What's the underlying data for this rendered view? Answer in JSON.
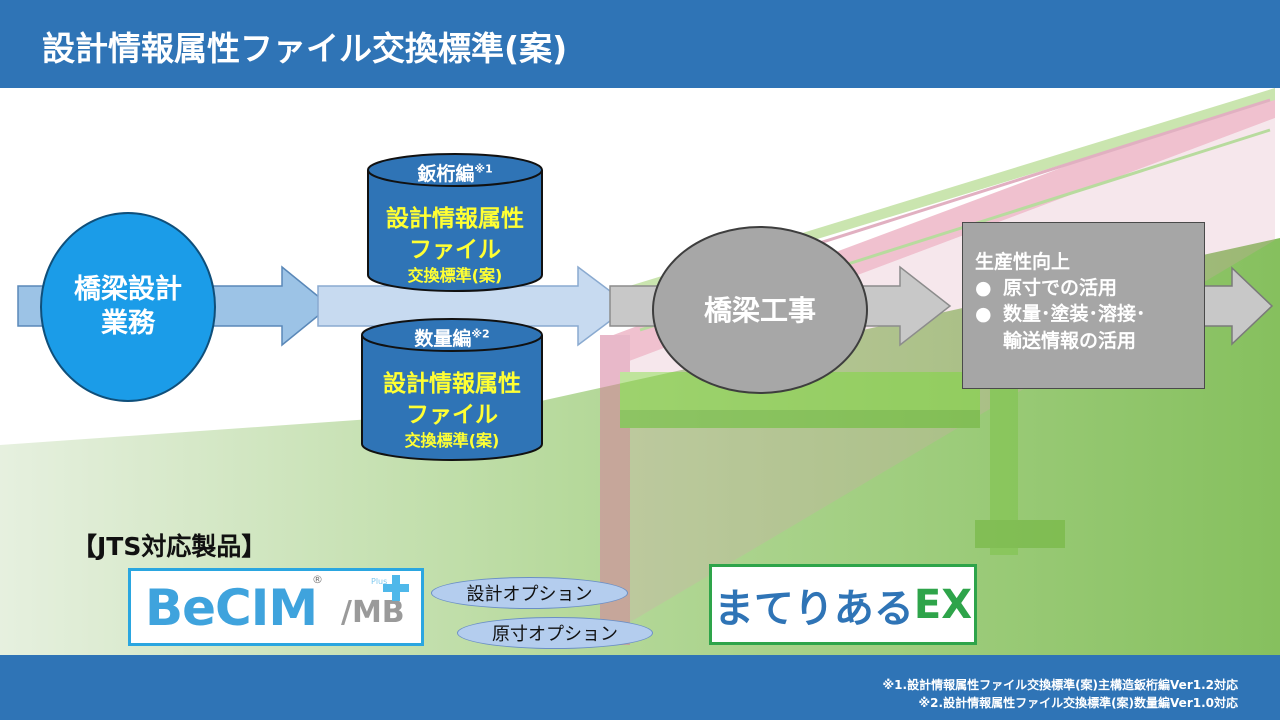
{
  "header": {
    "title": "設計情報属性ファイル交換標準(案)"
  },
  "flow": {
    "design": {
      "line1": "橋梁設計",
      "line2": "業務"
    },
    "cylinder_top": {
      "heading": "鈑桁編",
      "mark": "※1",
      "line1": "設計情報属性",
      "line2": "ファイル",
      "line3": "交換標準(案)"
    },
    "cylinder_bottom": {
      "heading": "数量編",
      "mark": "※2",
      "line1": "設計情報属性",
      "line2": "ファイル",
      "line3": "交換標準(案)"
    },
    "construction": {
      "label": "橋梁工事"
    },
    "benefits": {
      "title": "生産性向上",
      "bullet": "●",
      "item1": "原寸での活用",
      "item2_line1": "数量･塗装･溶接･",
      "item2_line2": "輸送情報の活用"
    }
  },
  "products": {
    "heading": "【JTS対応製品】",
    "becim": {
      "name": "BeCIM",
      "suffix": "/MB",
      "plus_label": "Plus",
      "registered": "®"
    },
    "options": [
      "設計オプション",
      "原寸オプション"
    ],
    "materialex": {
      "jp": "まてりある",
      "ex": "EX"
    }
  },
  "footer": {
    "notes": [
      "※1.設計情報属性ファイル交換標準(案)主構造鈑桁編Ver1.2対応",
      "※2.設計情報属性ファイル交換標準(案)数量編Ver1.0対応"
    ]
  },
  "colors": {
    "header": "#2f74b6",
    "design_circle": "#1b9ce8",
    "cylinder": "#2f74b6",
    "cylinder_text": "#ffff33",
    "construction_circle": "#a7a7a7",
    "benefit_box": "#a6a6a6",
    "ground": "#8fc56a"
  }
}
